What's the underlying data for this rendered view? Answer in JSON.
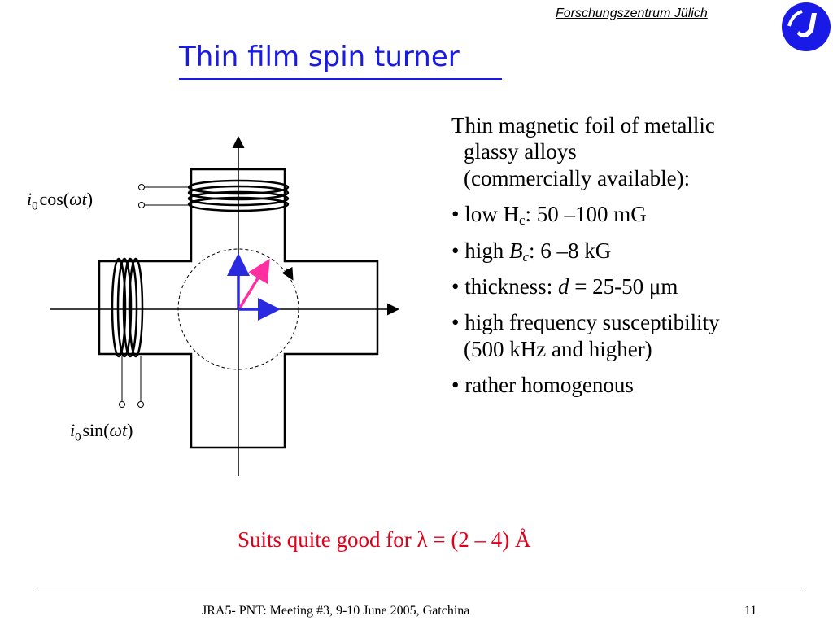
{
  "header": {
    "institution": "Forschungszentrum Jülich",
    "logo_icon": "fzj-logo-icon",
    "brand_color": "#1a1ae6"
  },
  "slide": {
    "title": "Thin film  spin turner"
  },
  "diagram": {
    "formula_cos": {
      "i": "i",
      "sub": "0",
      "fn": "cos(",
      "omega": "ω",
      "t": "t",
      "close": ")"
    },
    "formula_sin": {
      "i": "i",
      "sub": "0",
      "fn": "sin(",
      "omega": "ω",
      "t": "t",
      "close": ")"
    },
    "vector_colors": {
      "field_axes": "#2a2ae0",
      "resultant": "#ff2fa0"
    }
  },
  "text": {
    "intro": [
      "Thin magnetic foil of metallic",
      "glassy alloys",
      "(commercially available):"
    ],
    "bullets": [
      {
        "pre": "• low H",
        "sub": "c",
        "post": ": 50 –100 mG"
      },
      {
        "pre": "• high ",
        "var": "B",
        "sub": "c",
        "post": ": 6 –8 kG"
      },
      {
        "pre": "• thickness: ",
        "var": "d",
        "post": " = 25-50 μm"
      },
      {
        "lines": [
          "• high frequency susceptibility",
          "(500 kHz and higher)"
        ]
      },
      {
        "pre": "• rather homogenous"
      }
    ]
  },
  "conclusion": "Suits quite good  for λ = (2 – 4) Å",
  "footer": {
    "text": "JRA5- PNT:  Meeting  #3,  9-10 June 2005, Gatchina",
    "page": "11"
  }
}
